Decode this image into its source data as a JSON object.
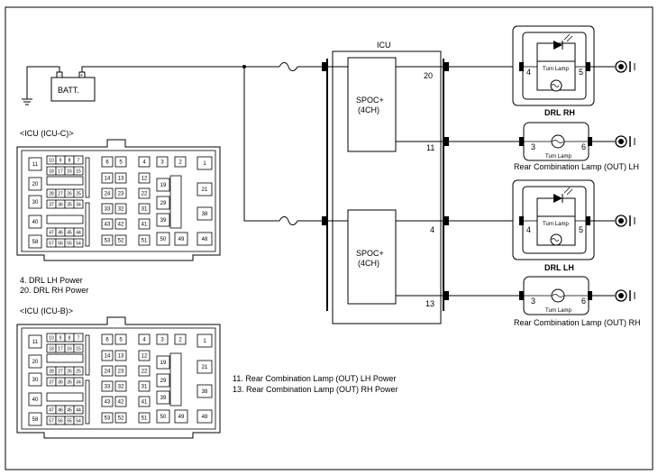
{
  "diagram": {
    "battery_label": "BATT.",
    "icu_label": "ICU",
    "spoc_top": {
      "line1": "SPOC+",
      "line2": "(4CH)"
    },
    "spoc_bottom": {
      "line1": "SPOC+",
      "line2": "(4CH)"
    },
    "pins": {
      "p20": "20",
      "p11": "11",
      "p4": "4",
      "p13": "13"
    },
    "lamps": {
      "drl_rh": {
        "name": "DRL RH",
        "inner": "Turn Lamp",
        "pin_left": "4",
        "pin_right": "5"
      },
      "rcl_out_lh": {
        "name": "Rear Combination Lamp (OUT) LH",
        "inner": "Turn Lamp",
        "pin_left": "3",
        "pin_right": "6"
      },
      "drl_lh": {
        "name": "DRL LH",
        "inner": "Turn Lamp",
        "pin_left": "4",
        "pin_right": "5"
      },
      "rcl_out_rh": {
        "name": "Rear Combination Lamp (OUT) RH",
        "inner": "Turn Lamp",
        "pin_left": "3",
        "pin_right": "6"
      }
    },
    "connector_c": {
      "title": "<ICU (ICU-C)>",
      "notes": [
        "4. DRL LH Power",
        "20. DRL RH Power"
      ]
    },
    "connector_b": {
      "title": "<ICU (ICU-B)>",
      "notes": [
        "11. Rear Combination Lamp (OUT) LH Power",
        "13. Rear Combination Lamp (OUT) RH Power"
      ]
    },
    "connector_pins": {
      "p11": "11",
      "p10": "10",
      "p9": "9",
      "p8": "8",
      "p7": "7",
      "p18": "18",
      "p17": "17",
      "p16": "16",
      "p15": "15",
      "p6": "6",
      "p5": "5",
      "p4": "4",
      "p3": "3",
      "p2": "2",
      "p1": "1",
      "p14": "14",
      "p13": "13",
      "p12": "12",
      "p19": "19",
      "p20": "20",
      "p28": "28",
      "p27": "27",
      "p26": "26",
      "p25": "25",
      "p24": "24",
      "p23": "23",
      "p22": "22",
      "p37": "37",
      "p36": "36",
      "p35": "35",
      "p34": "34",
      "p33": "33",
      "p32": "32",
      "p31": "31",
      "p30": "30",
      "p29": "29",
      "p21": "21",
      "p38": "38",
      "p39": "39",
      "p40": "40",
      "p47": "47",
      "p46": "46",
      "p45": "45",
      "p44": "44",
      "p43": "43",
      "p42": "42",
      "p41": "41",
      "p58": "58",
      "p57": "57",
      "p56": "56",
      "p55": "55",
      "p54": "54",
      "p53": "53",
      "p52": "52",
      "p51": "51",
      "p50": "50",
      "p49": "49",
      "p48": "48"
    }
  }
}
